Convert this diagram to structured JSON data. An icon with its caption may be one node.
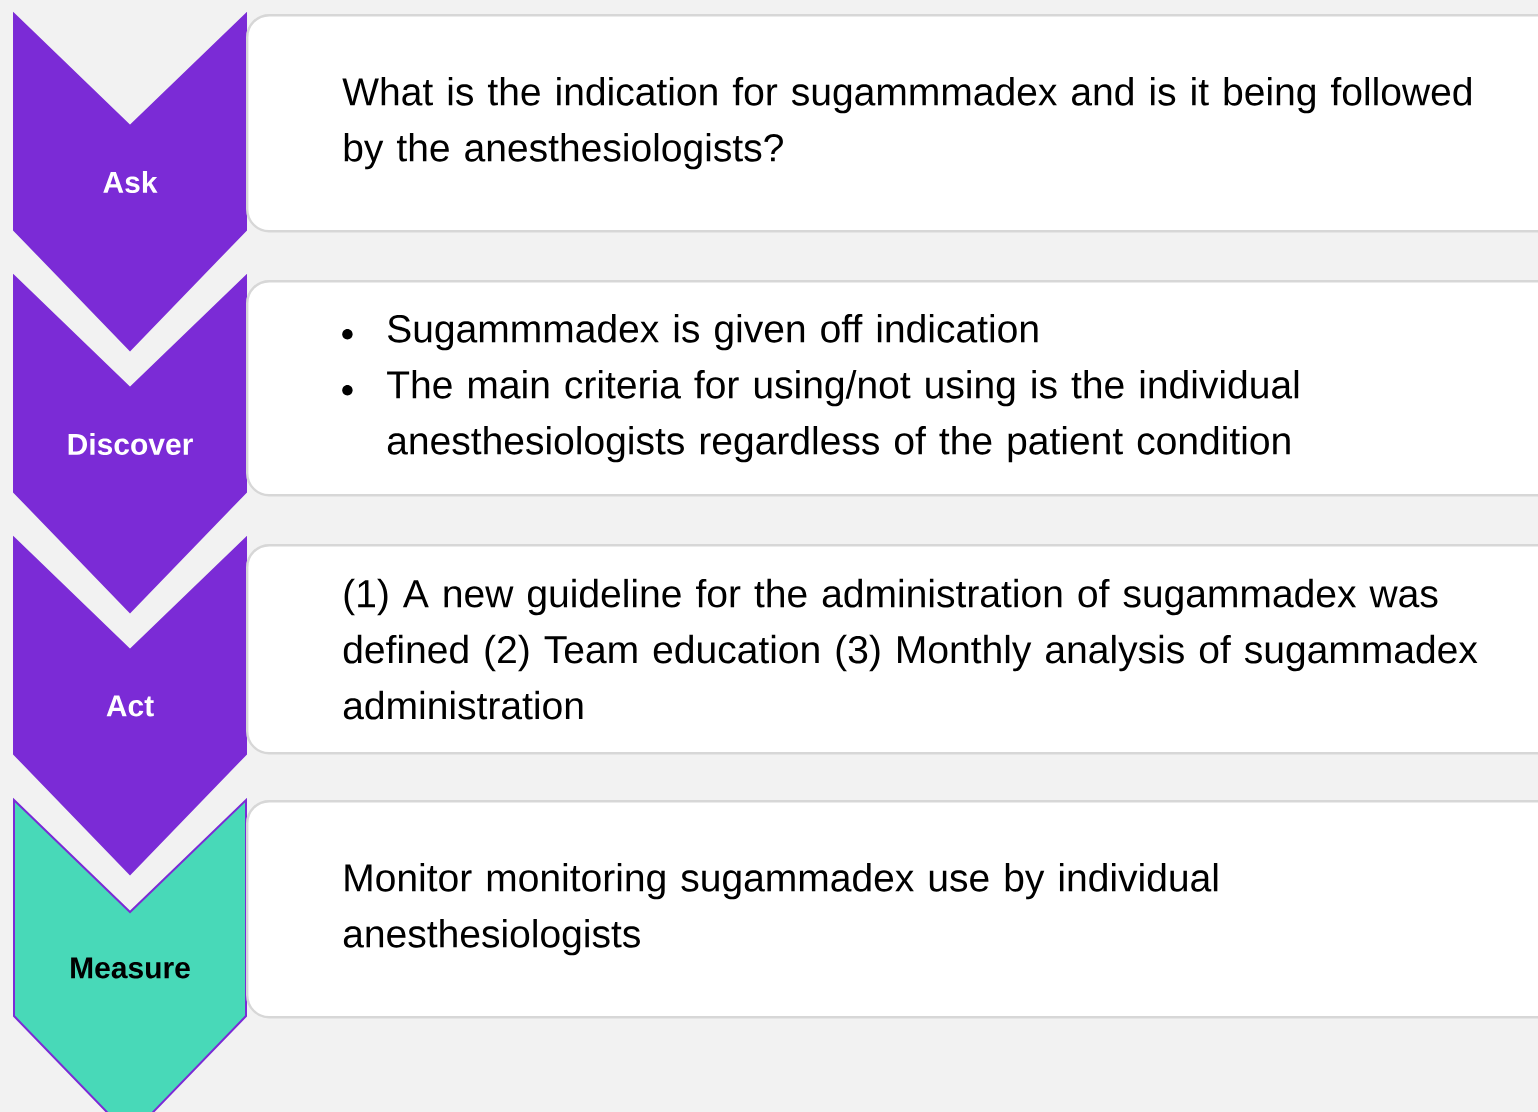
{
  "diagram": {
    "nodes": [
      {
        "text": [
          "Ask"
        ]
      },
      {
        "text": [
          "What is the indication for sugammmadex and is it being followed by the anesthesiologists?"
        ]
      },
      {
        "text": [
          "Discover"
        ]
      },
      {
        "text": [
          "Sugammmadex is given off indication",
          "The main criteria for using/not using is the individual anesthesiologists regardless of the patient condition"
        ]
      },
      {
        "text": [
          "Act"
        ]
      },
      {
        "text": [
          "(1) A new guideline for the administration of sugammadex was defined (2) Team education (3) Monthly analysis of sugammadex administration"
        ]
      },
      {
        "text": [
          "Measure"
        ]
      },
      {
        "text": [
          "Monitor monitoring sugammadex use by individual anesthesiologists"
        ]
      }
    ]
  }
}
